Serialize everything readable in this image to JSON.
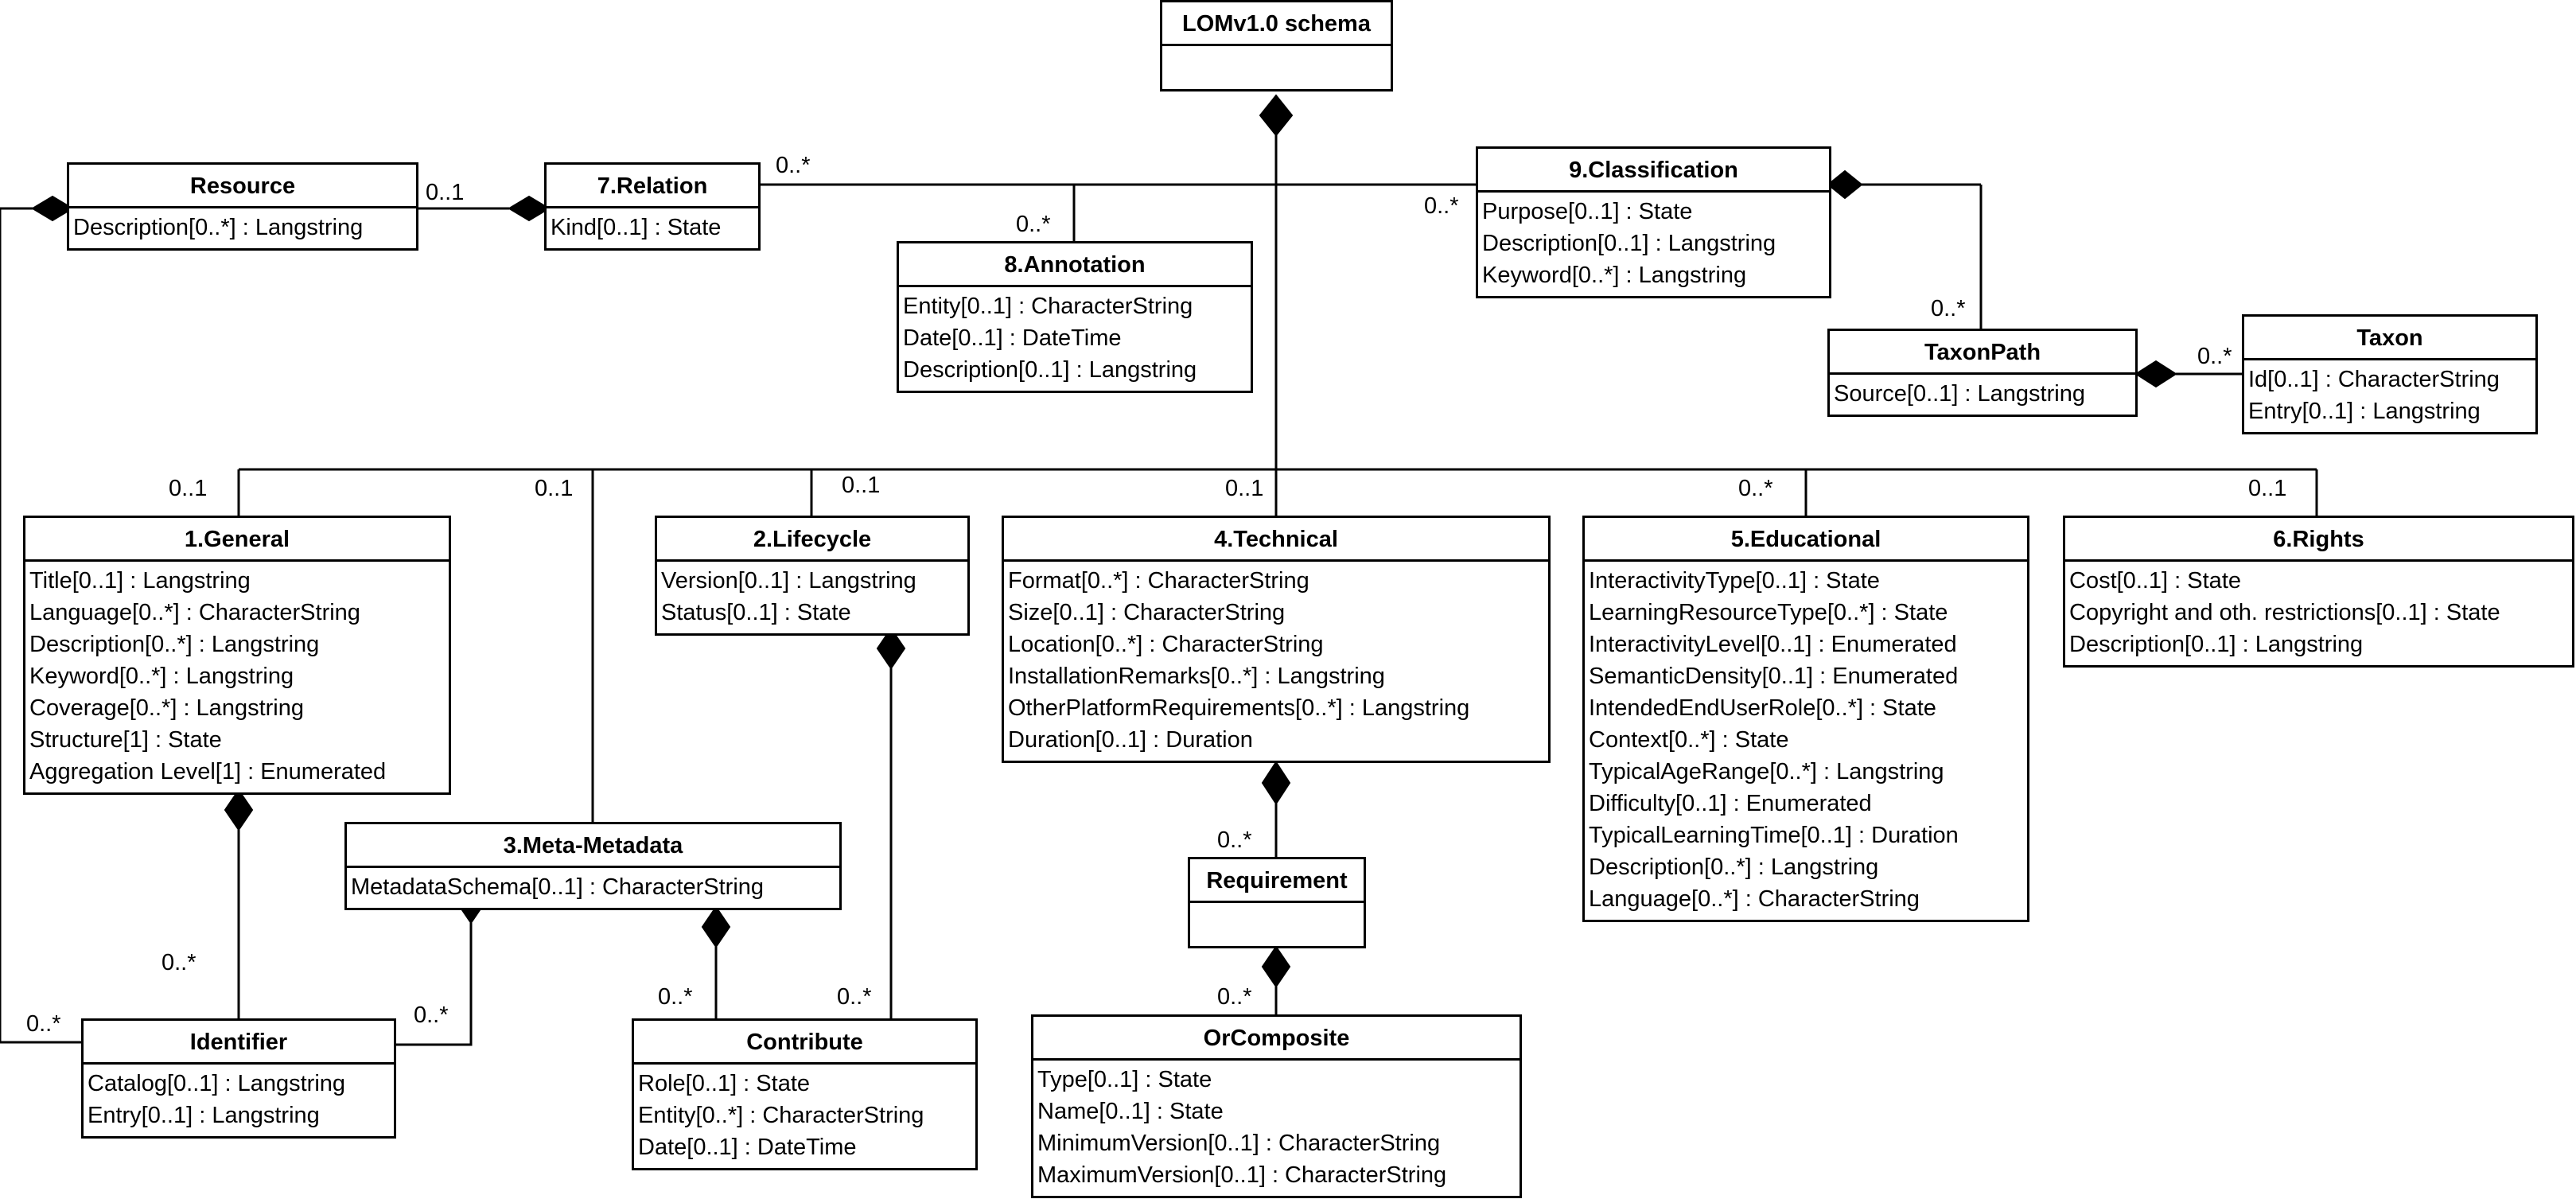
{
  "classes": {
    "lom": {
      "title": "LOMv1.0 schema",
      "attrs": []
    },
    "resource": {
      "title": "Resource",
      "attrs": [
        "Description[0..*] : Langstring"
      ]
    },
    "relation": {
      "title": "7.Relation",
      "attrs": [
        "Kind[0..1] : State"
      ]
    },
    "annotation": {
      "title": "8.Annotation",
      "attrs": [
        "Entity[0..1] : CharacterString",
        "Date[0..1] : DateTime",
        "Description[0..1] : Langstring"
      ]
    },
    "classification": {
      "title": "9.Classification",
      "attrs": [
        "Purpose[0..1] : State",
        "Description[0..1] : Langstring",
        "Keyword[0..*] : Langstring"
      ]
    },
    "taxonpath": {
      "title": "TaxonPath",
      "attrs": [
        "Source[0..1] : Langstring"
      ]
    },
    "taxon": {
      "title": "Taxon",
      "attrs": [
        "Id[0..1] : CharacterString",
        "Entry[0..1] : Langstring"
      ]
    },
    "general": {
      "title": "1.General",
      "attrs": [
        "Title[0..1] : Langstring",
        "Language[0..*] : CharacterString",
        "Description[0..*] : Langstring",
        "Keyword[0..*] : Langstring",
        "Coverage[0..*] : Langstring",
        "Structure[1] : State",
        "Aggregation Level[1] : Enumerated"
      ]
    },
    "lifecycle": {
      "title": "2.Lifecycle",
      "attrs": [
        "Version[0..1] : Langstring",
        "Status[0..1] : State"
      ]
    },
    "technical": {
      "title": "4.Technical",
      "attrs": [
        "Format[0..*] : CharacterString",
        "Size[0..1] : CharacterString",
        "Location[0..*] : CharacterString",
        "InstallationRemarks[0..*] : Langstring",
        "OtherPlatformRequirements[0..*] : Langstring",
        "Duration[0..1] : Duration"
      ]
    },
    "educational": {
      "title": "5.Educational",
      "attrs": [
        "InteractivityType[0..1] : State",
        "LearningResourceType[0..*] : State",
        "InteractivityLevel[0..1] : Enumerated",
        "SemanticDensity[0..1] : Enumerated",
        "IntendedEndUserRole[0..*] : State",
        "Context[0..*] : State",
        "TypicalAgeRange[0..*] : Langstring",
        "Difficulty[0..1] : Enumerated",
        "TypicalLearningTime[0..1] : Duration",
        "Description[0..*] : Langstring",
        "Language[0..*] : CharacterString"
      ]
    },
    "rights": {
      "title": "6.Rights",
      "attrs": [
        "Cost[0..1] : State",
        "Copyright and oth. restrictions[0..1] : State",
        "Description[0..1] : Langstring"
      ]
    },
    "metametadata": {
      "title": "3.Meta-Metadata",
      "attrs": [
        "MetadataSchema[0..1] : CharacterString"
      ]
    },
    "requirement": {
      "title": "Requirement",
      "attrs": []
    },
    "identifier": {
      "title": "Identifier",
      "attrs": [
        "Catalog[0..1] : Langstring",
        "Entry[0..1] : Langstring"
      ]
    },
    "contribute": {
      "title": "Contribute",
      "attrs": [
        "Role[0..1] : State",
        "Entity[0..*] : CharacterString",
        "Date[0..1] : DateTime"
      ]
    },
    "orcomposite": {
      "title": "OrComposite",
      "attrs": [
        "Type[0..1] : State",
        "Name[0..1] : State",
        "MinimumVersion[0..1] : CharacterString",
        "MaximumVersion[0..1] : CharacterString"
      ]
    }
  },
  "multiplicities": {
    "resource_relation": "0..1",
    "relation_classification": "0..*",
    "annotation": "0..*",
    "classification_left": "0..*",
    "taxonpath": "0..*",
    "taxon": "0..*",
    "general": "0..1",
    "metametadata": "0..1",
    "lifecycle": "0..1",
    "technical": "0..1",
    "educational": "0..*",
    "rights": "0..1",
    "identifier_from_general": "0..*",
    "identifier_from_resource": "0..*",
    "identifier_from_metametadata": "0..*",
    "contribute_from_metametadata": "0..*",
    "contribute_from_lifecycle": "0..*",
    "requirement": "0..*",
    "orcomposite": "0..*"
  }
}
